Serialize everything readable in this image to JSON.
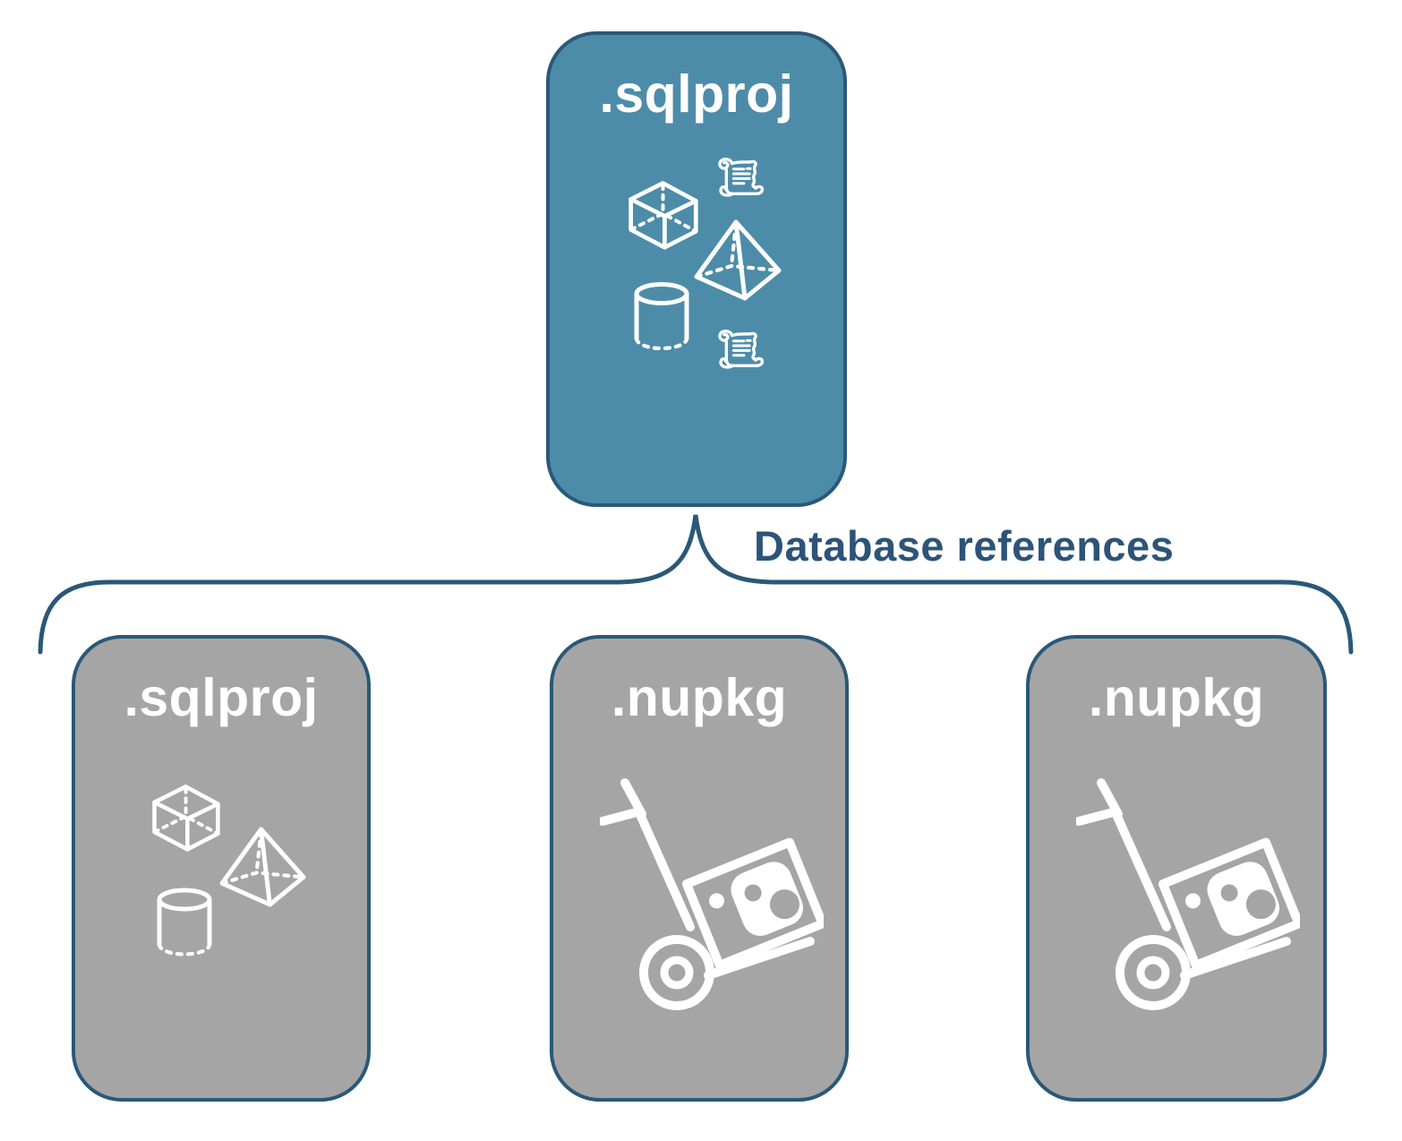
{
  "diagram": {
    "connector_label": "Database references",
    "root_card": {
      "label": ".sqlproj",
      "kind": "sql-project",
      "icons": [
        "cube-icon",
        "scroll-icon",
        "pyramid-icon",
        "cylinder-icon",
        "scroll-icon"
      ]
    },
    "child_cards": [
      {
        "label": ".sqlproj",
        "kind": "sql-project",
        "icons": [
          "cube-icon",
          "pyramid-icon",
          "cylinder-icon"
        ]
      },
      {
        "label": ".nupkg",
        "kind": "nuget-package",
        "icons": [
          "package-dolly-icon"
        ]
      },
      {
        "label": ".nupkg",
        "kind": "nuget-package",
        "icons": [
          "package-dolly-icon"
        ]
      }
    ],
    "colors": {
      "accent_fill": "#4D8CA9",
      "gray_fill": "#A5A5A5",
      "outline": "#2A5878",
      "label_text": "#2D5478",
      "icon_stroke": "#FFFFFF"
    }
  }
}
